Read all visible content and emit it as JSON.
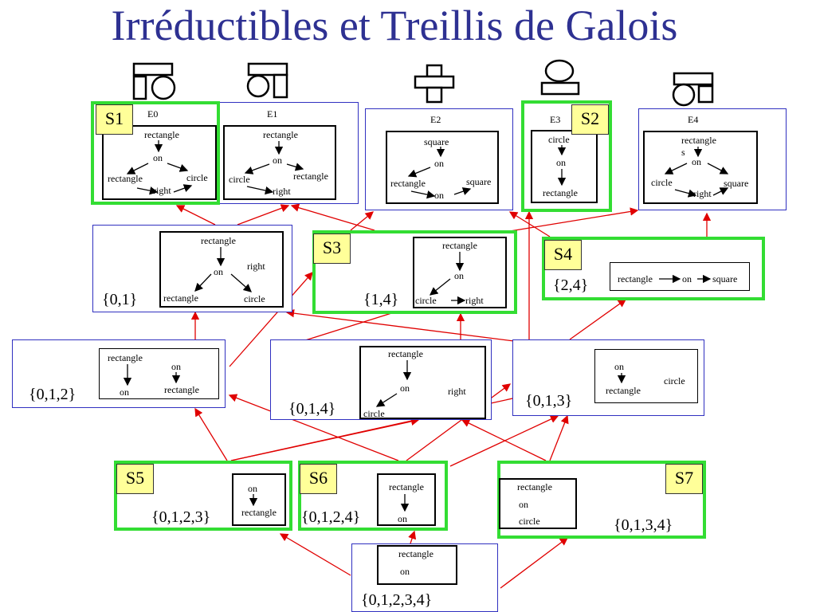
{
  "title": "Irréductibles et Treillis de Galois",
  "examples": [
    {
      "label": "E0",
      "nodes": {
        "a": "rectangle",
        "b": "on",
        "c": "rectangle",
        "d": "circle",
        "e": "right"
      }
    },
    {
      "label": "E1",
      "nodes": {
        "a": "rectangle",
        "b": "on",
        "c": "circle",
        "d": "rectangle",
        "e": "right"
      }
    },
    {
      "label": "E2",
      "nodes": {
        "a": "square",
        "b": "on",
        "c": "rectangle",
        "d": "square",
        "e": "on"
      }
    },
    {
      "label": "E3",
      "nodes": {
        "a": "circle",
        "b": "on",
        "c": "rectangle"
      }
    },
    {
      "label": "E4",
      "nodes": {
        "a": "rectangle",
        "a2": "s",
        "b": "on",
        "c": "circle",
        "d": "square",
        "e": "right"
      }
    }
  ],
  "tags": [
    "S1",
    "S2",
    "S3",
    "S4",
    "S5",
    "S6",
    "S7"
  ],
  "concepts": {
    "c01": {
      "set": "{0,1}",
      "t": [
        "rectangle",
        "on",
        "right",
        "rectangle",
        "circle"
      ]
    },
    "c14": {
      "set": "{1,4}",
      "t": [
        "rectangle",
        "on",
        "circle",
        "right"
      ]
    },
    "c24": {
      "set": "{2,4}",
      "t": [
        "rectangle",
        "on",
        "square"
      ]
    },
    "c012": {
      "set": "{0,1,2}",
      "t": [
        "rectangle",
        "on",
        "on",
        "rectangle"
      ]
    },
    "c014": {
      "set": "{0,1,4}",
      "t": [
        "rectangle",
        "on",
        "right",
        "circle"
      ]
    },
    "c013": {
      "set": "{0,1,3}",
      "t": [
        "on",
        "rectangle",
        "circle"
      ]
    },
    "c0123": {
      "set": "{0,1,2,3}",
      "t": [
        "on",
        "rectangle"
      ]
    },
    "c0124": {
      "set": "{0,1,2,4}",
      "t": [
        "rectangle",
        "on"
      ]
    },
    "c0134": {
      "set": "{0,1,3,4}",
      "t": [
        "rectangle",
        "on",
        "circle"
      ]
    },
    "c01234": {
      "set": "{0,1,2,3,4}",
      "t": [
        "rectangle",
        "on"
      ]
    }
  }
}
